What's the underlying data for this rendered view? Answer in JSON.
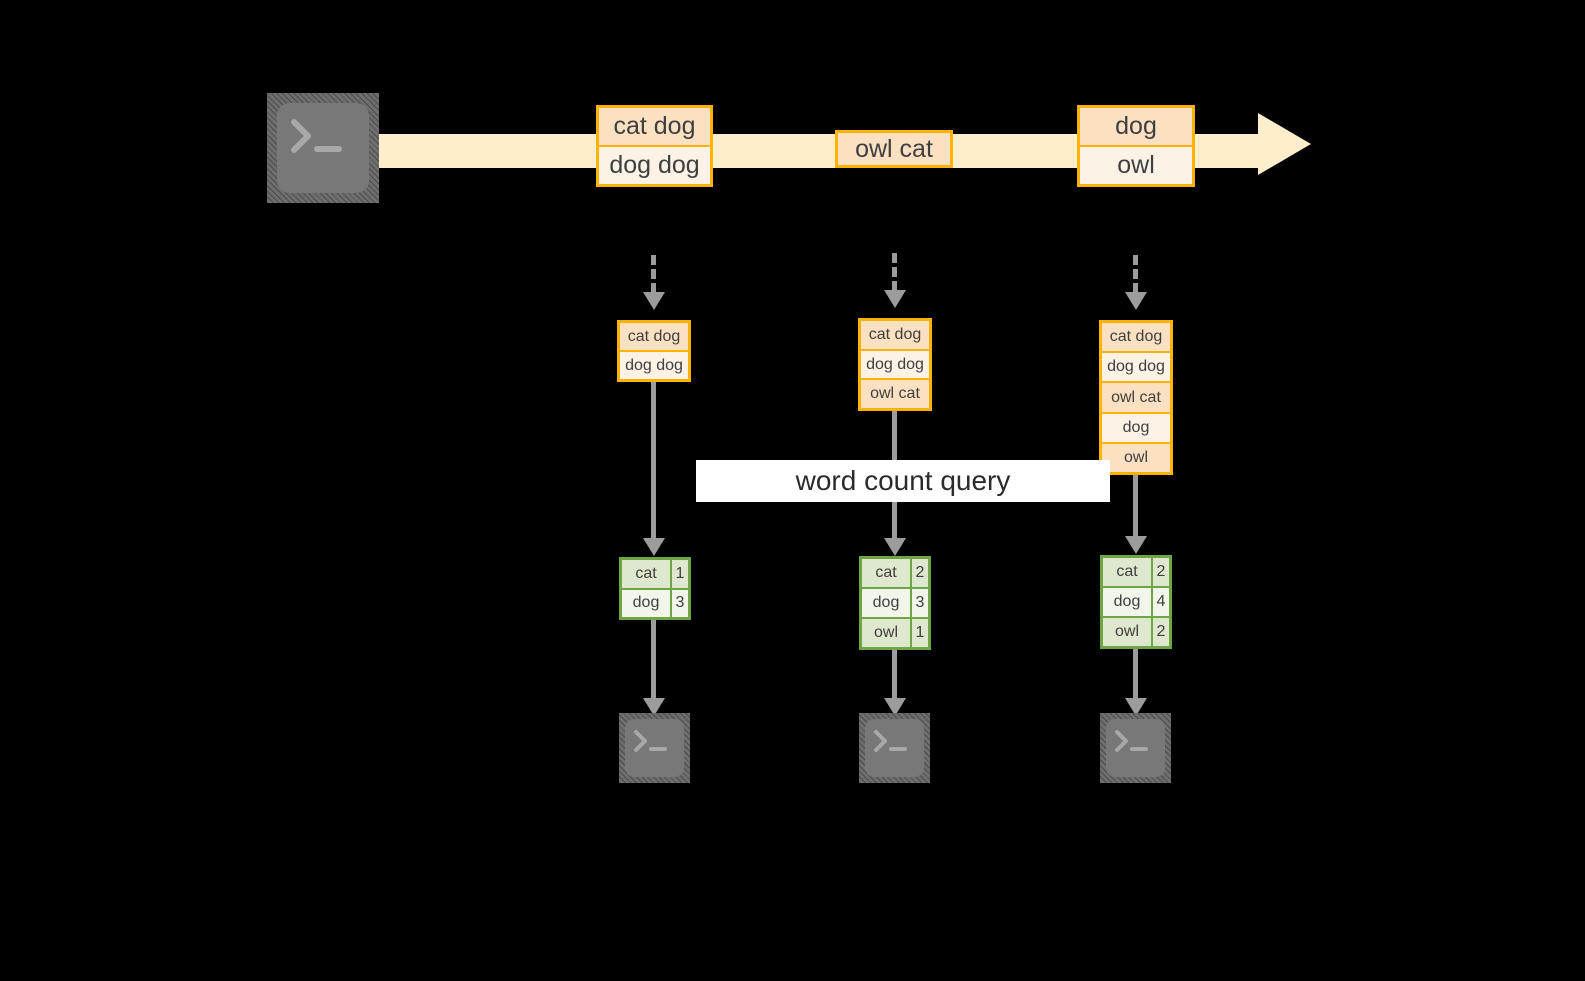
{
  "diagram": {
    "title_label": "word count query",
    "colors": {
      "background": "#000000",
      "stream_band": "#FFEECB",
      "record_border": "#FFB300",
      "record_fill_dark": "#FBE0C2",
      "record_fill_light": "#FDF2E6",
      "table_border": "#6FA644",
      "table_fill_dark": "#DEE8CE",
      "table_fill_light": "#F1F5EA",
      "arrow_gray": "#9C9C9C",
      "icon_gray": "#787878",
      "label_bg": "#FFFFFF"
    }
  },
  "producer": {
    "icon": "terminal-icon"
  },
  "stream": {
    "groups": [
      {
        "id": "group-1",
        "records": [
          "cat dog",
          "dog dog"
        ]
      },
      {
        "id": "group-2",
        "records": [
          "owl cat"
        ]
      },
      {
        "id": "group-3",
        "records": [
          "dog",
          "owl"
        ]
      }
    ]
  },
  "snapshots": [
    {
      "id": "snapshot-1",
      "records": [
        "cat dog",
        "dog dog"
      ]
    },
    {
      "id": "snapshot-2",
      "records": [
        "cat dog",
        "dog dog",
        "owl cat"
      ]
    },
    {
      "id": "snapshot-3",
      "records": [
        "cat dog",
        "dog dog",
        "owl cat",
        "dog",
        "owl"
      ]
    }
  ],
  "results": [
    {
      "id": "result-1",
      "rows": [
        {
          "word": "cat",
          "count": "1"
        },
        {
          "word": "dog",
          "count": "3"
        }
      ]
    },
    {
      "id": "result-2",
      "rows": [
        {
          "word": "cat",
          "count": "2"
        },
        {
          "word": "dog",
          "count": "3"
        },
        {
          "word": "owl",
          "count": "1"
        }
      ]
    },
    {
      "id": "result-3",
      "rows": [
        {
          "word": "cat",
          "count": "2"
        },
        {
          "word": "dog",
          "count": "4"
        },
        {
          "word": "owl",
          "count": "2"
        }
      ]
    }
  ],
  "consumers": [
    {
      "id": "consumer-1",
      "icon": "terminal-icon"
    },
    {
      "id": "consumer-2",
      "icon": "terminal-icon"
    },
    {
      "id": "consumer-3",
      "icon": "terminal-icon"
    }
  ]
}
